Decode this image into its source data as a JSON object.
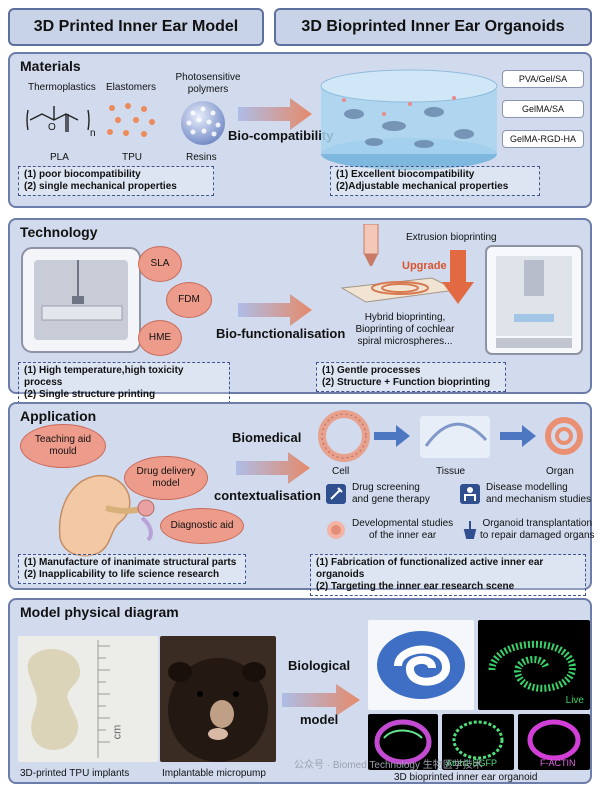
{
  "headers": {
    "left": "3D Printed Inner Ear Model",
    "right": "3D Bioprinted Inner Ear Organoids"
  },
  "materials": {
    "title": "Materials",
    "items": [
      "Thermoplastics",
      "Elastomers",
      "Photosensitive polymers"
    ],
    "sub_labels": [
      "PLA",
      "TPU",
      "Resins"
    ],
    "chem_n": "n",
    "chem_o": "O",
    "arrow_label": "Bio-compatibility",
    "bio_inks": [
      "PVA/Gel/SA",
      "GelMA/SA",
      "GelMA-RGD-HA"
    ],
    "left_box": [
      "(1) poor biocompatibility",
      "(2) single mechanical properties"
    ],
    "right_box": [
      "(1) Excellent biocompatibility",
      "(2)Adjustable mechanical properties"
    ]
  },
  "technology": {
    "title": "Technology",
    "methods": [
      "SLA",
      "FDM",
      "HME"
    ],
    "arrow_label": "Bio-functionalisation",
    "extrusion_label": "Extrusion bioprinting",
    "upgrade_label": "Upgrade",
    "hybrid_text": [
      "Hybrid bioprinting,",
      "Bioprinting of cochlear",
      "spiral microspheres..."
    ],
    "left_box": [
      "(1) High temperature,high toxicity process",
      "(2) Single structure printing"
    ],
    "right_box": [
      "(1) Gentle processes",
      "(2) Structure + Function bioprinting"
    ]
  },
  "application": {
    "title": "Application",
    "bubbles": [
      "Teaching aid mould",
      "Drug delivery model",
      "Diagnostic aid"
    ],
    "arrow_label": [
      "Biomedical",
      "contextualisation"
    ],
    "flow": [
      "Cell",
      "Tissue",
      "Organ"
    ],
    "uses": [
      [
        "Drug screening",
        "and gene therapy"
      ],
      [
        "Disease modelling",
        "and mechanism studies"
      ],
      [
        "Developmental studies",
        "of the inner ear"
      ],
      [
        "Organoid transplantation",
        "to repair damaged organs"
      ]
    ],
    "left_box": [
      "(1) Manufacture of inanimate structural parts",
      "(2) Inapplicability to life science research"
    ],
    "right_box": [
      "(1) Fabrication of functionalized active inner ear organoids",
      "(2) Targeting the inner ear research scene"
    ]
  },
  "model": {
    "title": "Model physical diagram",
    "arrow_label": [
      "Biological",
      "model"
    ],
    "captions": [
      "3D-printed TPU implants",
      "Implantable micropump",
      "3D bioprinted inner ear organoid"
    ],
    "ruler_unit": "cm",
    "live_label": "Live",
    "stain_labels": [
      "Atoh1-EGFP",
      "F-ACTIN"
    ],
    "watermark": "公众号 · Biomed Technology 生物医学技术"
  },
  "colors": {
    "panel_bg": "#d2dbee",
    "panel_border": "#6b7da8",
    "bubble": "#ed9b8a",
    "arrow": "#8fa3d6",
    "upgrade_red": "#d9532c"
  }
}
